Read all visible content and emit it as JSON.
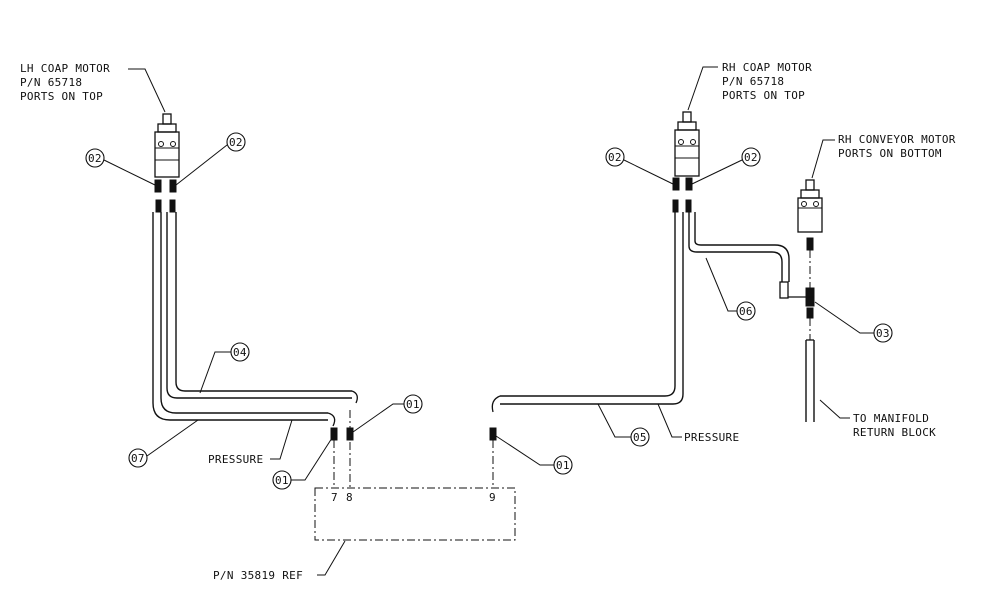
{
  "callouts": {
    "lh_motor": [
      "LH COAP MOTOR",
      "P/N 65718",
      "PORTS ON TOP"
    ],
    "rh_motor": [
      "RH COAP MOTOR",
      "P/N 65718",
      "PORTS ON TOP"
    ],
    "rh_conveyor": [
      "RH CONVEYOR MOTOR",
      "PORTS ON BOTTOM"
    ],
    "to_manifold": [
      "TO MANIFOLD",
      "RETURN BLOCK"
    ],
    "pressure_left": "PRESSURE",
    "pressure_right": "PRESSURE",
    "manifold_ref": "P/N 35819 REF"
  },
  "balloons": {
    "b02_a": "02",
    "b02_b": "02",
    "b02_c": "02",
    "b02_d": "02",
    "b04": "04",
    "b07": "07",
    "b01_a": "01",
    "b01_b": "01",
    "b01_c": "01",
    "b05": "05",
    "b06": "06",
    "b03": "03"
  },
  "ports": {
    "p7": "7",
    "p8": "8",
    "p9": "9"
  }
}
